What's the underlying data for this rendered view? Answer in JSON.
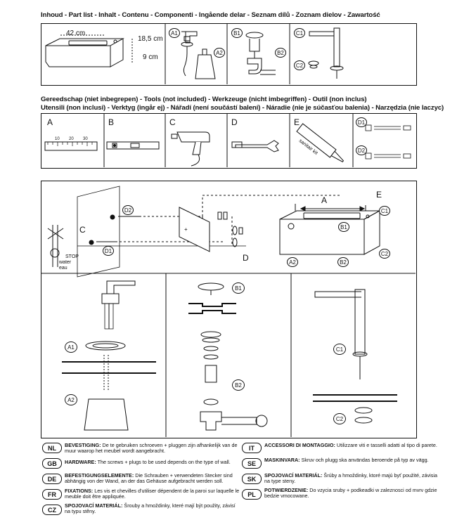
{
  "headers": {
    "contents": "Inhoud - Part list - Inhalt - Contenu - Componenti - Ingående delar - Seznam dílů - Zoznam dielov - Zawartość",
    "tools_line1": "Gereedschap (niet inbegrepen) - Tools (not included) - Werkzeuge (nicht imbegriffen) - Outil (non inclus)",
    "tools_line2": "Utensili (non inclusi) - Verktyg (ingår ej) - Nářadí (není součástí balení) - Náradie (nie je súčasťou balenia) - Narzędzia (nie laczyc)"
  },
  "parts": {
    "width": "42 cm",
    "height": "18,5 cm",
    "depth": "9 cm",
    "a1": "A1",
    "a2": "A2",
    "b1": "B1",
    "b2": "B2",
    "c1": "C1",
    "c2": "C2"
  },
  "tools": {
    "a": "A",
    "b": "B",
    "c": "C",
    "d": "D",
    "e": "E",
    "ruler_10": "10",
    "ruler_20": "20",
    "ruler_30": "30",
    "sanitair": "sanitair kit",
    "d1": "D1",
    "d2": "D2"
  },
  "assembly": {
    "a": "A",
    "e": "E",
    "c": "C",
    "d": "D",
    "d1": "D1",
    "d2": "D2",
    "b1": "B1",
    "b2": "B2",
    "c1": "C1",
    "c2": "C2",
    "a2": "A2",
    "stop": "STOP",
    "water": "water",
    "eau": "eau"
  },
  "detail": {
    "a1": "A1",
    "a2": "A2",
    "b1": "B1",
    "b2": "B2",
    "c1": "C1",
    "c2": "C2"
  },
  "notes": [
    {
      "code": "NL",
      "title": "BEVESTIGING:",
      "text": " De te gebruiken schroeven + pluggen zijn afhankelijk van de muur waarop het meubel wordt aangebracht."
    },
    {
      "code": "GB",
      "title": "HARDWARE:",
      "text": " The screws + plugs to be used depends on the type of wall."
    },
    {
      "code": "DE",
      "title": "BEFESTIGUNGSELEMENTE:",
      "text": " Die Schrauben + verwendeten Stecker sind abhängig von der Wand, an der das Gehäuse aufgebracht werden soll."
    },
    {
      "code": "FR",
      "title": "FIXATIONS:",
      "text": " Les vis et chevilles d'utiliser dépendent de la paroi sur laquelle le meuble doit être appliquée."
    },
    {
      "code": "CZ",
      "title": "SPOJOVACÍ MATERIÁL:",
      "text": " Šrouby a hmoždinky, které mají být použity, závisí na typu stěny."
    },
    {
      "code": "IT",
      "title": "ACCESSORI DI MONTAGGIO:",
      "text": " Utilizzare viti e tasselli adatti al tipo di parete."
    },
    {
      "code": "SE",
      "title": "MASKINVARA:",
      "text": " Skruv och plugg ska användas beroende på typ av vägg."
    },
    {
      "code": "SK",
      "title": "SPOJOVACÍ MATERIÁL:",
      "text": " Šrúby a hmoždinky, ktoré majú byť použité, závisia na type steny."
    },
    {
      "code": "PL",
      "title": "POTWIERDZENIE:",
      "text": " Do vzycia sruby + podkeadki w zaleznosci od mvrv gdzie bedzie vmocowane."
    }
  ]
}
